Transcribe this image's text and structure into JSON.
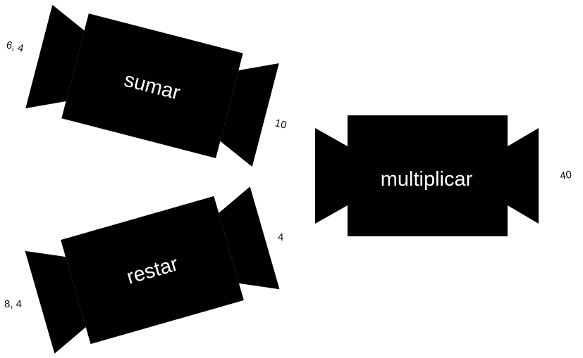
{
  "colors": {
    "background": "#ffffff",
    "block_fill": "#000000",
    "block_text": "#ffffff",
    "label_text": "#111111"
  },
  "blocks": {
    "sumar": {
      "label": "sumar",
      "input": "6, 4",
      "output": "10"
    },
    "restar": {
      "label": "restar",
      "input": "8, 4",
      "output": "4"
    },
    "multiplicar": {
      "label": "multiplicar",
      "output": "40"
    }
  }
}
